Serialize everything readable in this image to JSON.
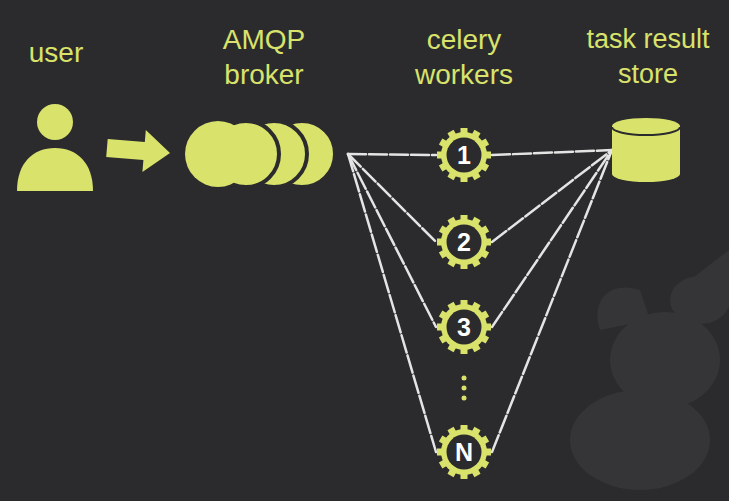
{
  "diagram": {
    "nodes": [
      {
        "text": [
          "user"
        ]
      },
      {
        "text": [
          "AMQP broker"
        ]
      },
      {
        "text": [
          "1"
        ]
      },
      {
        "text": [
          "2"
        ]
      },
      {
        "text": [
          "3"
        ]
      },
      {
        "text": [
          "N"
        ]
      },
      {
        "text": [
          "task result store"
        ]
      }
    ],
    "edges": [
      {
        "from": 0,
        "to": 1,
        "arrow": "to"
      },
      {
        "from": 1,
        "to": 2,
        "arrow": "none"
      },
      {
        "from": 1,
        "to": 3,
        "arrow": "none"
      },
      {
        "from": 1,
        "to": 4,
        "arrow": "none"
      },
      {
        "from": 1,
        "to": 5,
        "arrow": "none"
      },
      {
        "from": 2,
        "to": 6,
        "arrow": "none"
      },
      {
        "from": 3,
        "to": 6,
        "arrow": "none"
      },
      {
        "from": 4,
        "to": 6,
        "arrow": "none"
      },
      {
        "from": 5,
        "to": 6,
        "arrow": "none"
      }
    ],
    "labels": [
      "celery workers"
    ]
  }
}
